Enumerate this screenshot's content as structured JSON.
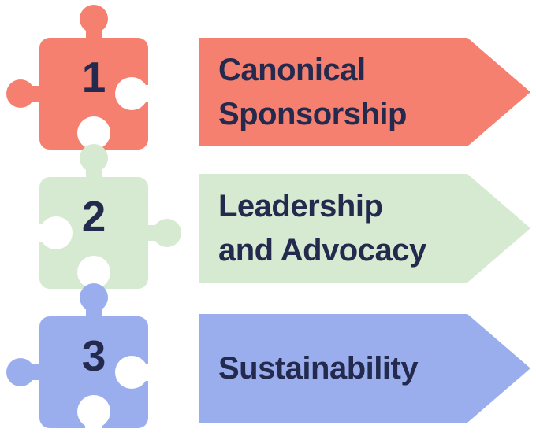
{
  "palette": {
    "text": "#232A4D",
    "background": "#FFFFFF",
    "step1": "#F5806F",
    "step2": "#D5EAD0",
    "step3": "#9AAEEE"
  },
  "steps": [
    {
      "number": "1",
      "line1": "Canonical",
      "line2": "Sponsorship",
      "label": "Canonical Sponsorship",
      "color": "#F5806F"
    },
    {
      "number": "2",
      "line1": "Leadership",
      "line2": "and Advocacy",
      "label": "Leadership and Advocacy",
      "color": "#D5EAD0"
    },
    {
      "number": "3",
      "line1": "Sustainability",
      "line2": "",
      "label": "Sustainability",
      "color": "#9AAEEE"
    }
  ]
}
